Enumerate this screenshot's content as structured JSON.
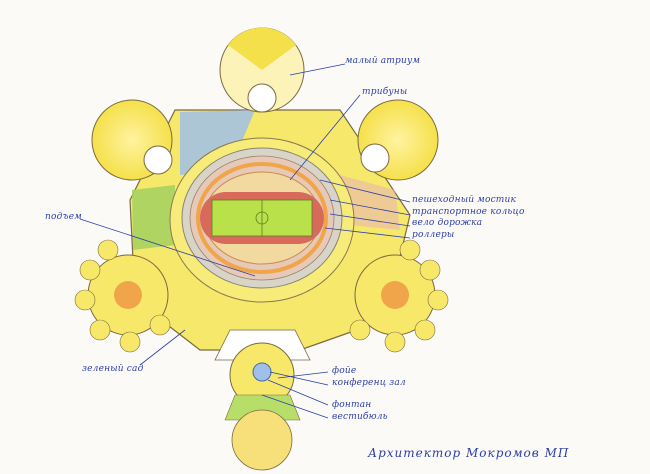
{
  "labels": {
    "small_atrium": "малый атриум",
    "stands": "трибуны",
    "pedestrian_bridge": "пешеходный мостик",
    "transport_ring": "транспортное кольцо",
    "velodrome": "вело дорожка",
    "rollers": "роллеры",
    "lift": "подъем",
    "green_garden": "зеленый сад",
    "foyer": "фойе",
    "conference_hall": "конференц зал",
    "fountain": "фонтан",
    "vestibule": "вестибюль"
  },
  "signature": "Архитектор Мокромов МП",
  "colors": {
    "ink": "#2b3fa8",
    "yellow": "#f7e64a",
    "orange": "#f0a54a",
    "field": "#b9e24a",
    "track": "#d8685a",
    "green": "#a6cf5c",
    "blue": "#8fb4e4"
  }
}
